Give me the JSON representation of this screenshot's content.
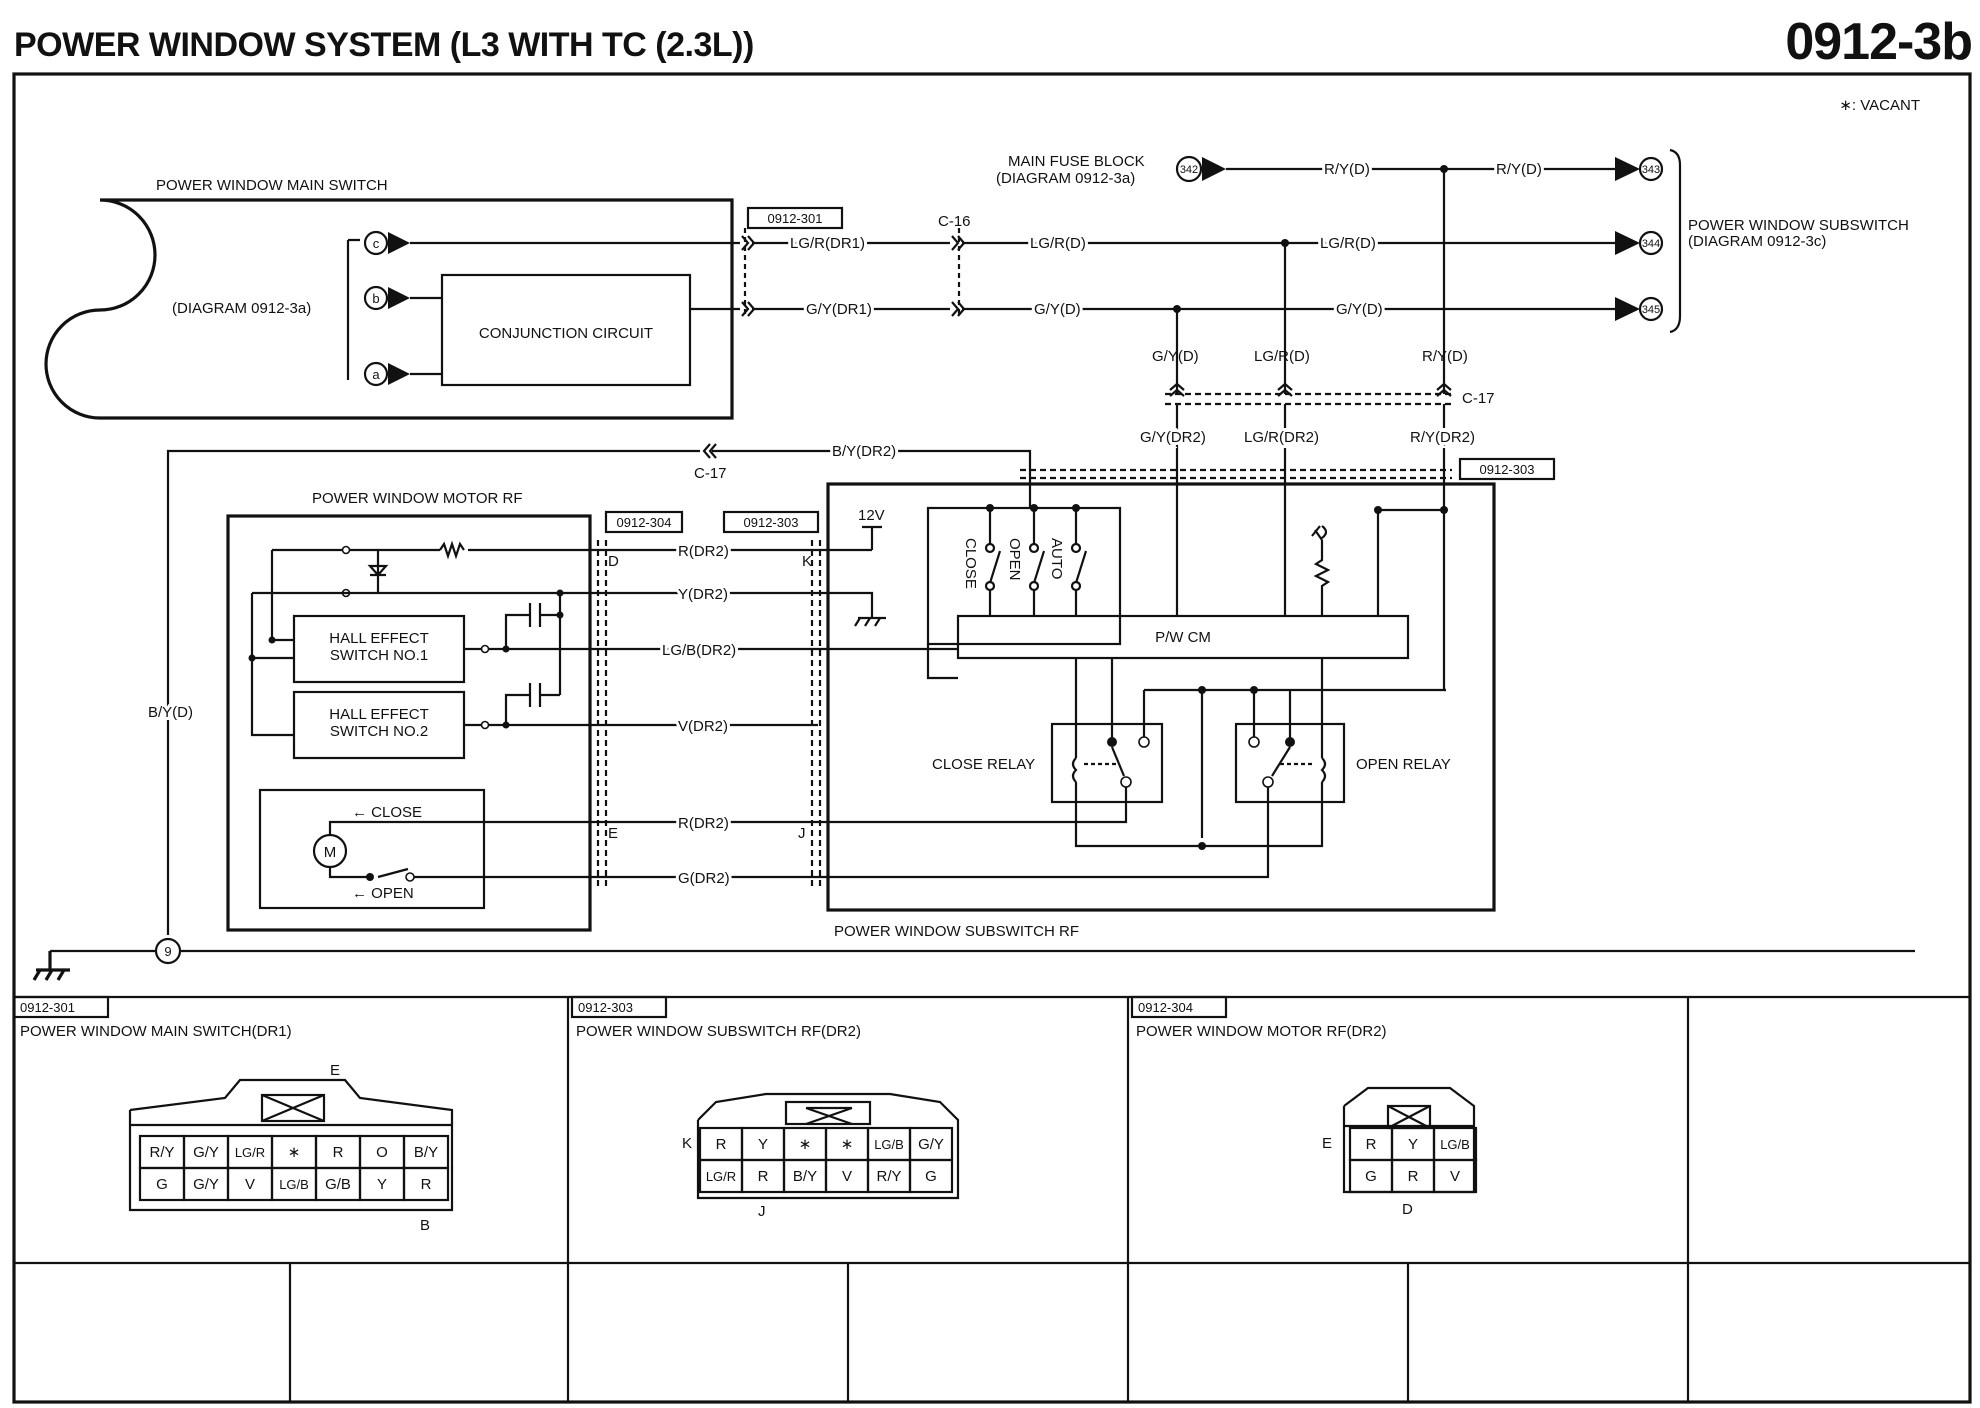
{
  "header": {
    "title": "POWER WINDOW SYSTEM (L3 WITH TC (2.3L))",
    "page_number": "0912-3b"
  },
  "legend": {
    "vacant": "∗: VACANT"
  },
  "main_switch": {
    "name": "POWER WINDOW MAIN SWITCH",
    "diagram_ref": "(DIAGRAM 0912-3a)",
    "circuit": "CONJUNCTION CIRCUIT",
    "terminals": [
      "c",
      "b",
      "a"
    ]
  },
  "fuse": {
    "name": "MAIN FUSE BLOCK",
    "diagram_ref": "(DIAGRAM 0912-3a)",
    "connector_in": "342"
  },
  "subswitch_ref": {
    "name": "POWER WINDOW SUBSWITCH",
    "diagram_ref": "(DIAGRAM 0912-3c)",
    "connectors": [
      "343",
      "344",
      "345"
    ]
  },
  "connectors": {
    "c301": "0912-301",
    "c303": "0912-303",
    "c304": "0912-304",
    "c16": "C-16",
    "c17": "C-17",
    "ground": "9"
  },
  "wires": {
    "lgr_dr1": "LG/R(DR1)",
    "gy_dr1": "G/Y(DR1)",
    "ry_d": "R/Y(D)",
    "lgr_d": "LG/R(D)",
    "gy_d": "G/Y(D)",
    "gy_dr2": "G/Y(DR2)",
    "lgr_dr2": "LG/R(DR2)",
    "ry_dr2": "R/Y(DR2)",
    "by_dr2": "B/Y(DR2)",
    "by_d": "B/Y(D)",
    "r_dr2": "R(DR2)",
    "y_dr2": "Y(DR2)",
    "lgb_dr2": "LG/B(DR2)",
    "v_dr2": "V(DR2)",
    "g_dr2": "G(DR2)"
  },
  "motor": {
    "name": "POWER WINDOW MOTOR RF",
    "hall1": [
      "HALL EFFECT",
      "SWITCH NO.1"
    ],
    "hall2": [
      "HALL EFFECT",
      "SWITCH NO.2"
    ],
    "close": "← CLOSE",
    "open": "← OPEN",
    "motor_symbol": "M"
  },
  "subswitch": {
    "name": "POWER WINDOW SUBSWITCH RF",
    "voltage": "12V",
    "switches": [
      "CLOSE",
      "OPEN",
      "AUTO"
    ],
    "module": "P/W CM",
    "close_relay": "CLOSE RELAY",
    "open_relay": "OPEN RELAY"
  },
  "pins": {
    "d": "D",
    "k": "K",
    "e": "E",
    "j": "J"
  },
  "connector_views": [
    {
      "code": "0912-301",
      "title": "POWER WINDOW MAIN SWITCH(DR1)",
      "top_label": "E",
      "bottom_label": "B",
      "rows": [
        [
          "R/Y",
          "G/Y",
          "LG/R",
          "∗",
          "R",
          "O",
          "B/Y"
        ],
        [
          "G",
          "G/Y",
          "V",
          "LG/B",
          "G/B",
          "Y",
          "R"
        ]
      ]
    },
    {
      "code": "0912-303",
      "title": "POWER WINDOW SUBSWITCH RF(DR2)",
      "left_label": "K",
      "bottom_label": "J",
      "rows": [
        [
          "R",
          "Y",
          "∗",
          "∗",
          "LG/B",
          "G/Y"
        ],
        [
          "LG/R",
          "R",
          "B/Y",
          "V",
          "R/Y",
          "G"
        ]
      ]
    },
    {
      "code": "0912-304",
      "title": "POWER WINDOW MOTOR RF(DR2)",
      "left_label": "E",
      "bottom_label": "D",
      "rows": [
        [
          "R",
          "Y",
          "LG/B"
        ],
        [
          "G",
          "R",
          "V"
        ]
      ]
    }
  ]
}
